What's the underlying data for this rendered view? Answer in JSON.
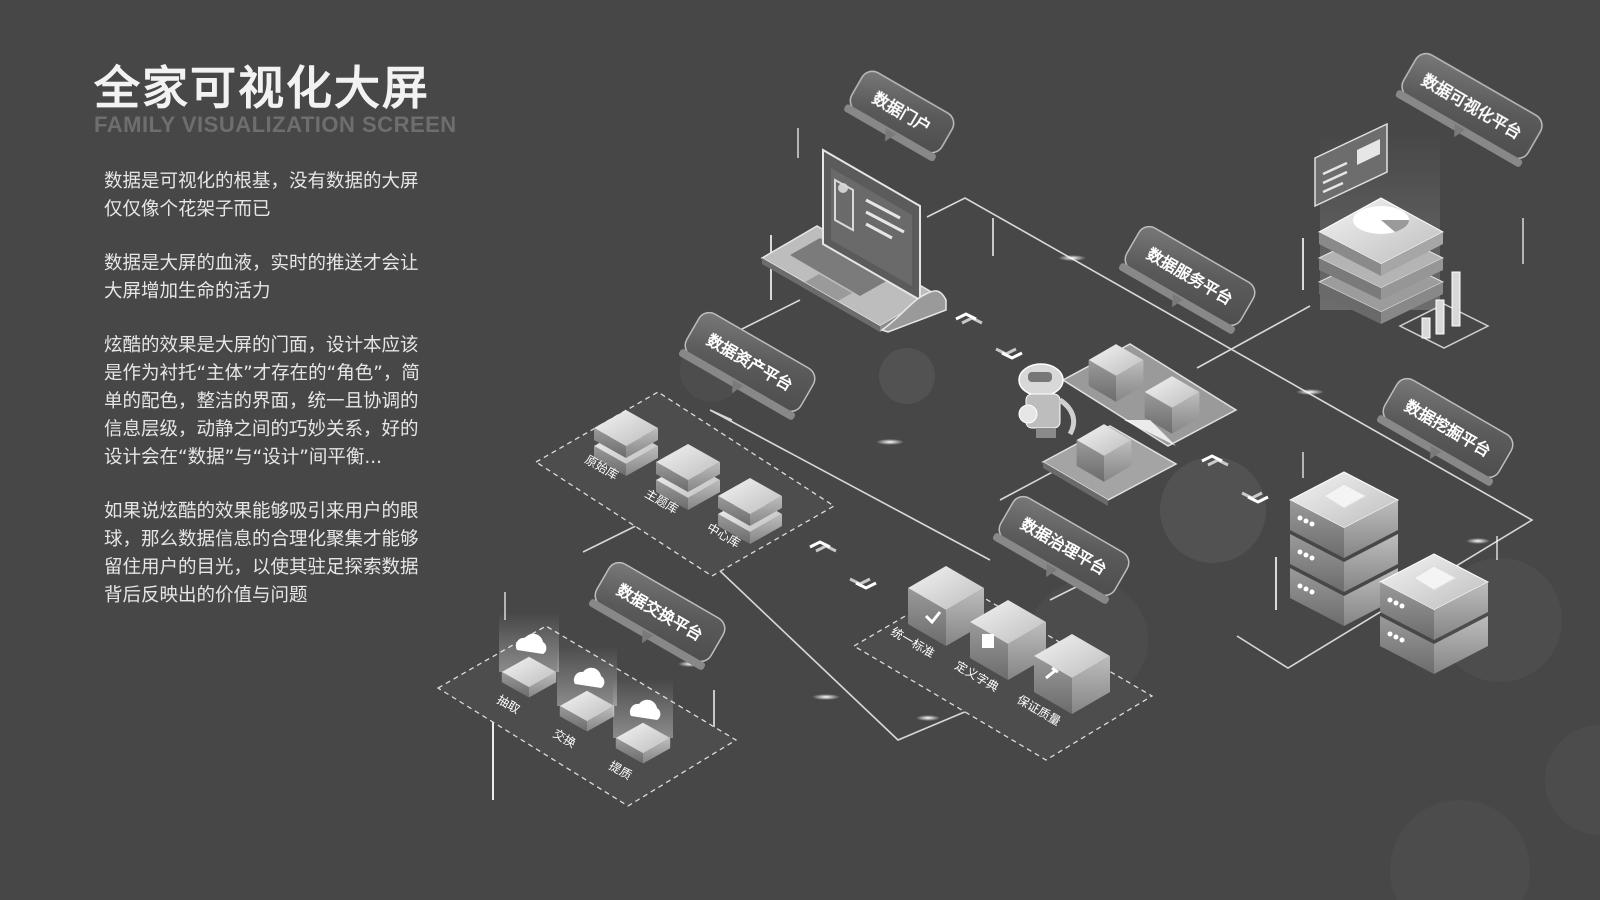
{
  "header": {
    "title": "全家可视化大屏",
    "subtitle": "FAMILY VISUALIZATION SCREEN"
  },
  "paragraphs": [
    "数据是可视化的根基，没有数据的大屏仅仅像个花架子而已",
    "数据是大屏的血液，实时的推送才会让大屏增加生命的活力",
    "炫酷的效果是大屏的门面，设计本应该是作为衬托“主体”才存在的“角色”，简单的配色，整洁的界面，统一且协调的信息层级，动静之间的巧妙关系，好的设计会在“数据”与“设计”间平衡...",
    "如果说炫酷的效果能够吸引来用户的眼球，那么数据信息的合理化聚集才能够留住用户的目光，以使其驻足探索数据背后反映出的价值与问题"
  ],
  "platforms": {
    "portal": "数据门户",
    "visualization": "数据可视化平台",
    "service": "数据服务平台",
    "asset": "数据资产平台",
    "mining": "数据挖掘平台",
    "governance": "数据治理平台",
    "exchange": "数据交换平台"
  },
  "asset_items": [
    "原始库",
    "主题库",
    "中心库"
  ],
  "exchange_items": [
    "抽取",
    "交换",
    "提质"
  ],
  "governance_items": [
    "统一标准",
    "定义字典",
    "保证质量"
  ],
  "colors": {
    "background": "#474747",
    "line": "#e0e0e0",
    "box_light": "#e8e8e8",
    "box_mid": "#a8a8a8",
    "box_dark": "#6a6a6a"
  }
}
